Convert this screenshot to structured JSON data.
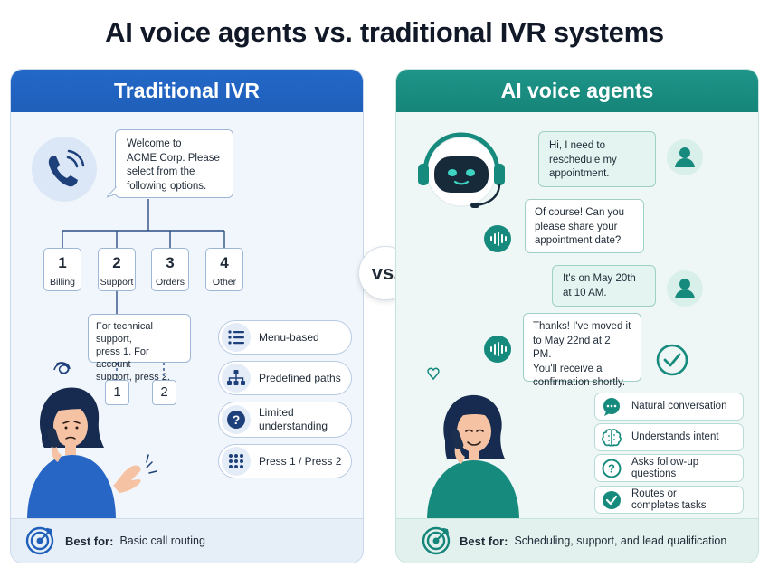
{
  "title": "AI voice agents vs. traditional IVR systems",
  "vs_label": "vs.",
  "left": {
    "header": "Traditional IVR",
    "welcome": [
      "Welcome to",
      "ACME Corp. Please",
      "select from the",
      "following options."
    ],
    "menu": [
      {
        "num": "1",
        "label": "Billing"
      },
      {
        "num": "2",
        "label": "Support"
      },
      {
        "num": "3",
        "label": "Orders"
      },
      {
        "num": "4",
        "label": "Other"
      }
    ],
    "support_prompt": [
      "For technical support,",
      "press 1. For account",
      "support, press 2."
    ],
    "sub_options": [
      "1",
      "2"
    ],
    "features": [
      {
        "icon": "list-icon",
        "lines": [
          "Menu-based"
        ]
      },
      {
        "icon": "hierarchy-icon",
        "lines": [
          "Predefined paths"
        ]
      },
      {
        "icon": "question-icon",
        "lines": [
          "Limited",
          "understanding"
        ]
      },
      {
        "icon": "keypad-icon",
        "lines": [
          "Press 1 / Press 2"
        ]
      }
    ],
    "best_for_label": "Best for:",
    "best_for_value": "Basic call routing",
    "colors": {
      "accent": "#1f5fba",
      "panel": "#f1f6fc"
    }
  },
  "right": {
    "header": "AI voice agents",
    "chat": [
      {
        "from": "user",
        "lines": [
          "Hi, I need to",
          "reschedule my",
          "appointment."
        ]
      },
      {
        "from": "agent",
        "lines": [
          "Of course! Can you",
          "please share your",
          "appointment date?"
        ]
      },
      {
        "from": "user",
        "lines": [
          "It's on May 20th",
          "at 10 AM."
        ]
      },
      {
        "from": "agent",
        "lines": [
          "Thanks! I've moved it",
          "to May 22nd at 2 PM.",
          "You'll receive a",
          "confirmation shortly."
        ]
      }
    ],
    "features": [
      {
        "icon": "chat-icon",
        "lines": [
          "Natural conversation"
        ]
      },
      {
        "icon": "brain-icon",
        "lines": [
          "Understands intent"
        ]
      },
      {
        "icon": "question-icon",
        "lines": [
          "Asks follow-up",
          "questions"
        ]
      },
      {
        "icon": "check-icon",
        "lines": [
          "Routes or",
          "completes tasks"
        ]
      }
    ],
    "best_for_label": "Best for:",
    "best_for_value": "Scheduling, support, and lead qualification",
    "colors": {
      "accent": "#168579",
      "panel": "#eef7f5"
    }
  }
}
